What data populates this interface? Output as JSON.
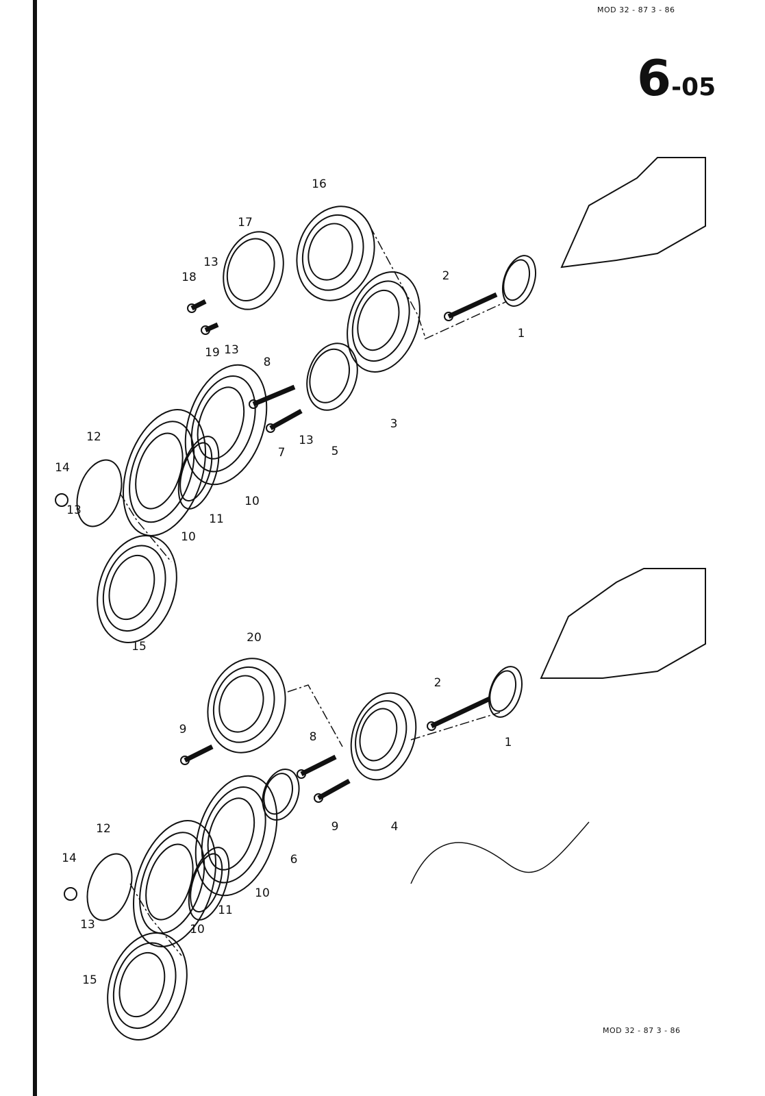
{
  "header": {
    "code_top": "MOD 32 - 87   3 - 86",
    "section_main": "6",
    "section_sub": "-05"
  },
  "footer": {
    "code": "MOD 32 - 87   3 - 86"
  },
  "callouts_upper": [
    "16",
    "17",
    "13",
    "18",
    "2",
    "1",
    "19",
    "13",
    "8",
    "3",
    "13",
    "7",
    "5",
    "12",
    "14",
    "10",
    "11",
    "13",
    "10",
    "15"
  ],
  "callouts_lower": [
    "20",
    "2",
    "9",
    "8",
    "1",
    "9",
    "4",
    "6",
    "12",
    "14",
    "10",
    "11",
    "13",
    "10",
    "15"
  ]
}
